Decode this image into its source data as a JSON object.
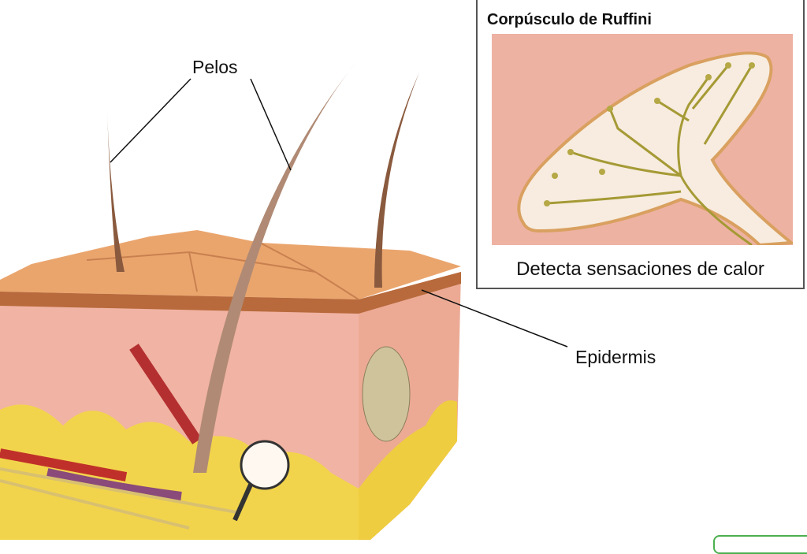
{
  "labels": {
    "hair": "Pelos",
    "epidermis": "Epidermis"
  },
  "inset": {
    "title": "Corpúsculo de Ruffini",
    "caption": "Detecta sensaciones de calor"
  },
  "colors": {
    "skin_top": "#e9a56d",
    "dermis": "#f0b0a0",
    "fat": "#f3d64a",
    "inset_bg": "#eeb2a2",
    "capsule": "#f7ecdf",
    "nerve": "#a59a35"
  }
}
